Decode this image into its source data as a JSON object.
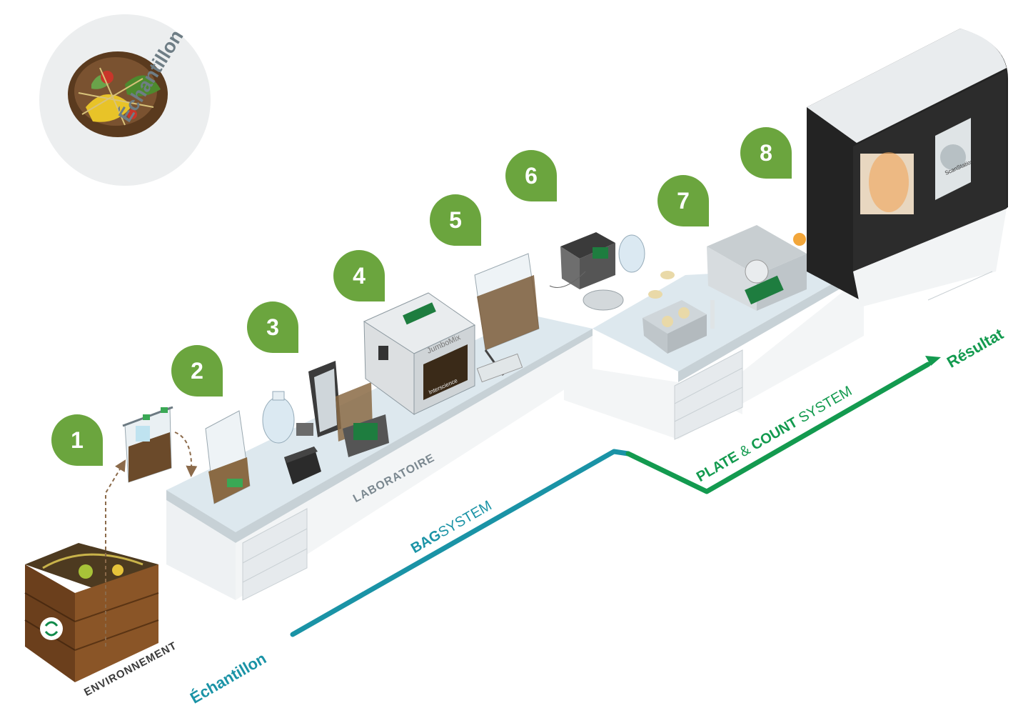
{
  "sample_circle": {
    "label": "Échantillon"
  },
  "steps": [
    "1",
    "2",
    "3",
    "4",
    "5",
    "6",
    "7",
    "8"
  ],
  "labels": {
    "laboratoire": "LABORATOIRE",
    "environnement": "ENVIRONNEMENT",
    "echantillon": "Échantillon",
    "bag_bold": "BAG",
    "bag_light": "SYSTEM",
    "plate_bold": "PLATE",
    "amp": "&",
    "count_bold": "COUNT",
    "count_light": "SYSTEM",
    "resultat": "Résultat"
  },
  "brand_marks": [
    "JumboMix",
    "Interscience",
    "ScanStation"
  ],
  "colors": {
    "badge_green": "#6ba53e",
    "blue_line": "#1a93a6",
    "green_line": "#139a4f",
    "bench_top": "#dde8ee",
    "bench_front": "#eef1f3",
    "crate": "#7b4a22",
    "machine_dark": "#232323"
  },
  "icons": [
    "dashed-arrow-icon",
    "recycle-logo-icon",
    "arrow-head-icon"
  ]
}
